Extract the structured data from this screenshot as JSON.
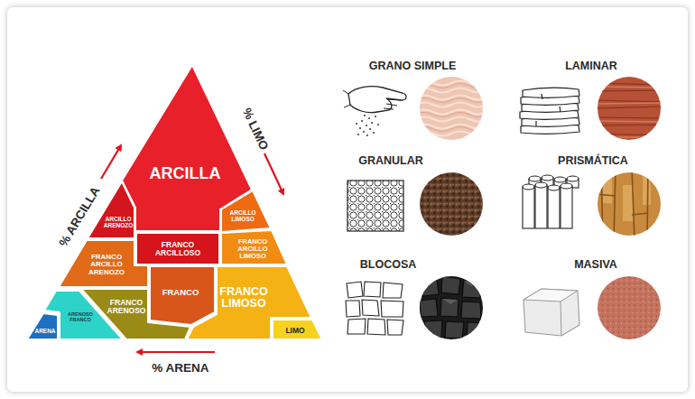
{
  "diagram": {
    "nodes": [
      {
        "text": [
          "ARCILLA"
        ]
      },
      {
        "text": [
          "ARCILLO ARENOZO"
        ]
      },
      {
        "text": [
          "ARCILLO LIMOSO"
        ]
      },
      {
        "text": [
          "FRANCO ARCILLO ARENOZO"
        ]
      },
      {
        "text": [
          "FRANCO ARCILLOSO"
        ]
      },
      {
        "text": [
          "FRANCO ARCILLO LIMOSO"
        ]
      },
      {
        "text": [
          "FRANCO ARENOSO"
        ]
      },
      {
        "text": [
          "FRANCO"
        ]
      },
      {
        "text": [
          "FRANCO LIMOSO"
        ]
      },
      {
        "text": [
          "ARENOSO FRANCO"
        ]
      },
      {
        "text": [
          "ARENA"
        ]
      },
      {
        "text": [
          "LIMO"
        ]
      }
    ],
    "labels": [
      "% ARCILLA",
      "% LIMO",
      "% ARENA",
      "GRANO SIMPLE",
      "LAMINAR",
      "GRANULAR",
      "PRISMÁTICA",
      "BLOCOSA",
      "MASIVA"
    ]
  }
}
